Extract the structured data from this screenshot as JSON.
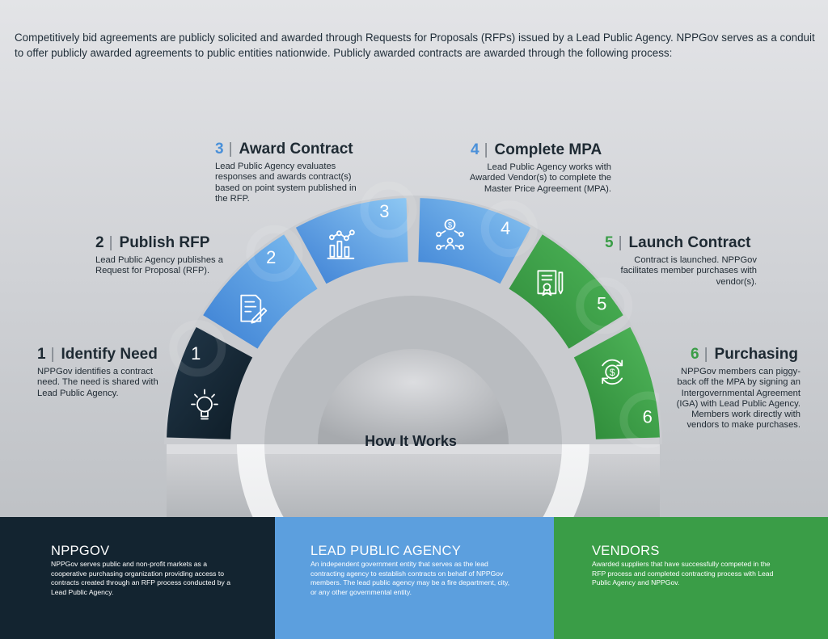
{
  "intro": "Competitively bid agreements are publicly solicited and awarded through Requests for Proposals (RFPs) issued by a Lead Public Agency. NPPGov serves as a conduit to offer publicly awarded agreements to public entities nationwide. Publicly awarded contracts are awarded through the following process:",
  "center_title": "How It Works",
  "colors": {
    "navy": "#132430",
    "blue": "#5c9fde",
    "green": "#3a9d47",
    "num1": "#1e2a33",
    "num2": "#1e2a33",
    "num3": "#4a90d9",
    "num4": "#4a90d9",
    "num5": "#3a9d47",
    "num6": "#3a9d47"
  },
  "steps": [
    {
      "num": "1",
      "title": "Identify Need",
      "desc": "NPPGov identifies a contract need. The need is shared with Lead Public Agency.",
      "icon": "lightbulb-icon"
    },
    {
      "num": "2",
      "title": "Publish RFP",
      "desc": "Lead Public Agency publishes a Request for Proposal (RFP).",
      "icon": "document-pen-icon"
    },
    {
      "num": "3",
      "title": "Award Contract",
      "desc": "Lead Public Agency evaluates responses and awards contract(s) based on point system published in the RFP.",
      "icon": "bar-chart-icon"
    },
    {
      "num": "4",
      "title": "Complete MPA",
      "desc": "Lead Public Agency works with Awarded Vendor(s) to complete the Master Price Agreement (MPA).",
      "icon": "network-dollar-icon"
    },
    {
      "num": "5",
      "title": "Launch Contract",
      "desc": "Contract is launched. NPPGov facilitates member purchases with vendor(s).",
      "icon": "certificate-icon"
    },
    {
      "num": "6",
      "title": "Purchasing",
      "desc": "NPPGov members can piggy-back off the MPA by signing an Intergovernmental Agreement (IGA) with Lead Public Agency. Members work directly with vendors to make purchases.",
      "icon": "dollar-cycle-icon"
    }
  ],
  "panels": [
    {
      "title": "NPPGOV",
      "desc": "NPPGov serves public and non-profit markets as a cooperative purchasing organization providing access to contracts created through an RFP process conducted by a Lead Public Agency."
    },
    {
      "title": "LEAD PUBLIC AGENCY",
      "desc": "An independent government entity that serves as the lead contracting agency to establish contracts on behalf of NPPGov members. The lead public agency may be a fire department, city, or any other governmental entity."
    },
    {
      "title": "VENDORS",
      "desc": "Awarded suppliers that have successfully competed in the RFP process and completed contracting process with Lead Public Agency and NPPGov."
    }
  ]
}
